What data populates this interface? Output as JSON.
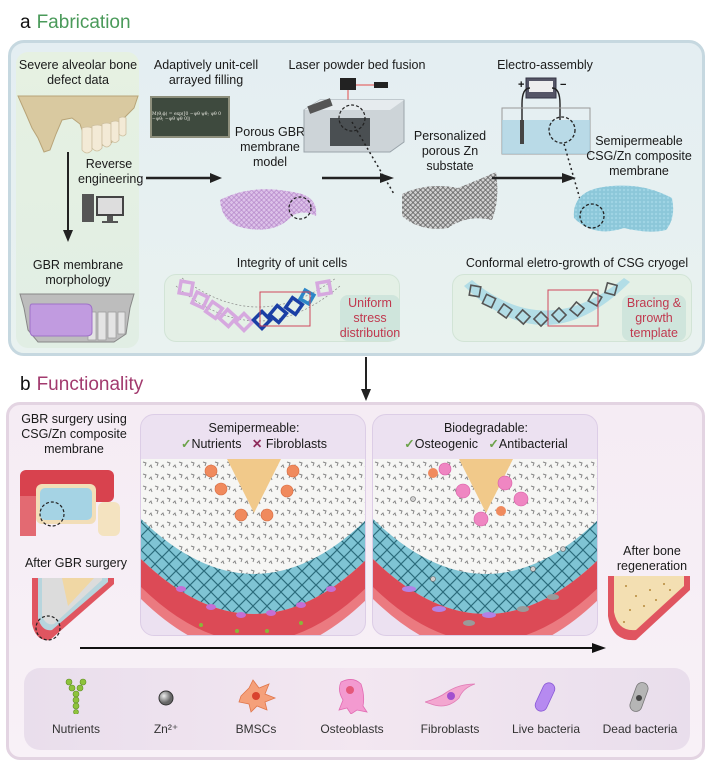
{
  "section_a": {
    "letter": "a",
    "title": "Fabrication",
    "title_color": "#4a9a5a",
    "steps": {
      "defect_data": "Severe alveolar bone defect data",
      "reverse_engineering": "Reverse engineering",
      "morphology": "GBR membrane morphology",
      "adaptive_filling": "Adaptively unit-cell arrayed filling",
      "porous_model": "Porous GBR membrane model",
      "lpbf": "Laser powder bed fusion",
      "zn_substrate": "Personalized porous Zn substate",
      "electro_assembly": "Electro-assembly",
      "composite_membrane": "Semipermeable CSG/Zn composite membrane",
      "integrity": "Integrity of unit cells",
      "conformal_growth": "Conformal eletro-growth of CSG cryogel"
    },
    "equation": "M(θ,ϕ) = exp([0 −ψθ ψθ; ψθ 0 −ψθ; −ψθ ψθ 0])",
    "electrode_plus": "+",
    "electrode_minus": "−",
    "tags": {
      "uniform_stress": "Uniform stress distribution",
      "bracing": "Bracing & growth template"
    },
    "tag_text_color": "#c0394f"
  },
  "section_b": {
    "letter": "b",
    "title": "Functionality",
    "title_color": "#a23a6e",
    "surgery_label": "GBR surgery using CSG/Zn composite membrane",
    "after_surgery": "After GBR surgery",
    "after_regeneration": "After bone regeneration",
    "card_semi": {
      "title": "Semipermeable:",
      "items": [
        {
          "mark": "✓",
          "label": "Nutrients",
          "ok": true
        },
        {
          "mark": "✕",
          "label": "Fibroblasts",
          "ok": false
        }
      ]
    },
    "card_bio": {
      "title": "Biodegradable:",
      "items": [
        {
          "mark": "✓",
          "label": "Osteogenic",
          "ok": true
        },
        {
          "mark": "✓",
          "label": "Antibacterial",
          "ok": true
        }
      ]
    },
    "legend": [
      {
        "icon": "nutrients-icon",
        "label": "Nutrients"
      },
      {
        "icon": "zinc-ion-icon",
        "label": "Zn²⁺"
      },
      {
        "icon": "bmsc-icon",
        "label": "BMSCs"
      },
      {
        "icon": "osteoblast-icon",
        "label": "Osteoblasts"
      },
      {
        "icon": "fibroblast-icon",
        "label": "Fibroblasts"
      },
      {
        "icon": "live-bacteria-icon",
        "label": "Live bacteria"
      },
      {
        "icon": "dead-bacteria-icon",
        "label": "Dead bacteria"
      }
    ]
  },
  "colors": {
    "panel_a_bg": "#e4eef2",
    "panel_b_bg": "#f5ecf4",
    "membrane_purple": "#c8a0d8",
    "membrane_blue": "#8ccbdc",
    "gum_red": "#d9434f",
    "bmsc_orange": "#f08a5d",
    "osteoblast_pink": "#ef86c2"
  }
}
